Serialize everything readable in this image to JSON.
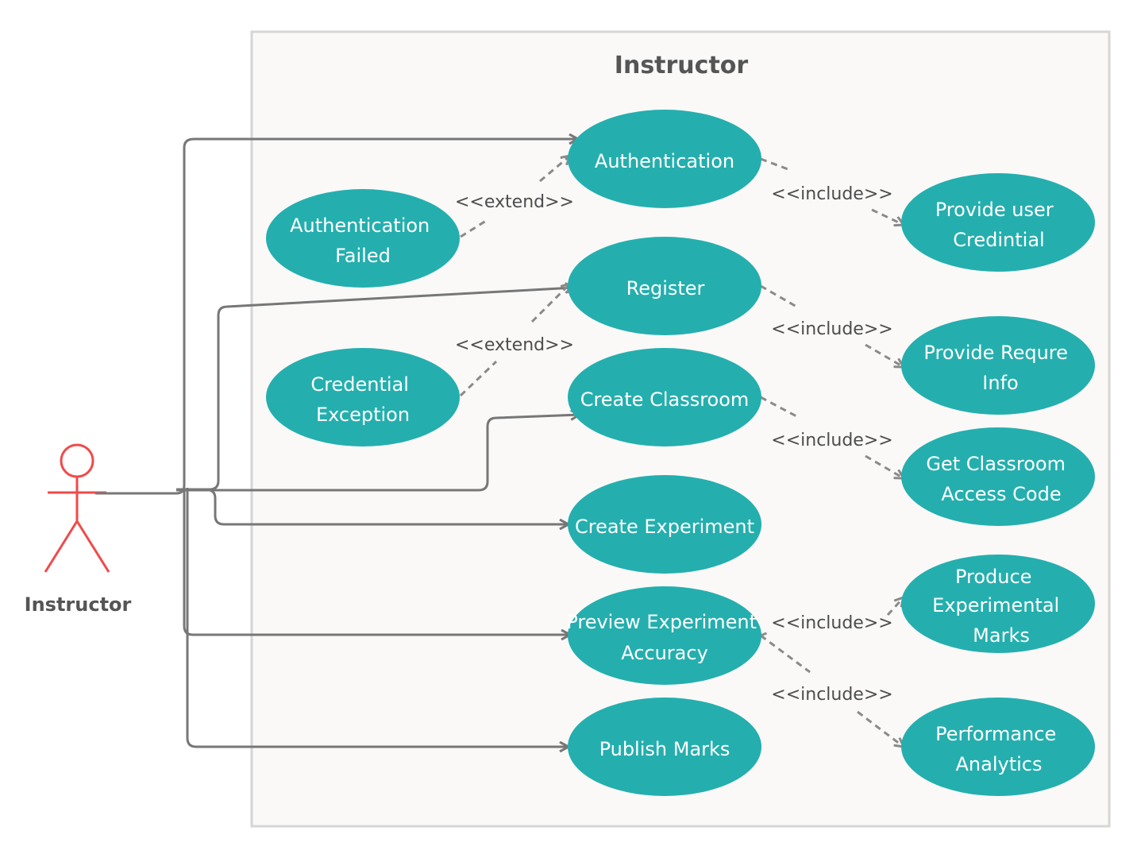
{
  "system": {
    "title": "Instructor"
  },
  "actor": {
    "name": "Instructor"
  },
  "colors": {
    "use_case_fill": "#24AFAE",
    "actor_stroke": "#F04A4A",
    "association": "#777777",
    "dependency": "#8a8a8a",
    "boundary_fill": "#faf9f8",
    "boundary_stroke": "#d6d6d6"
  },
  "use_cases": {
    "authentication": [
      "Authentication"
    ],
    "authentication_failed": [
      "Authentication",
      "Failed"
    ],
    "register": [
      "Register"
    ],
    "credential_exception": [
      "Credential",
      "Exception"
    ],
    "create_classroom": [
      "Create Classroom"
    ],
    "create_experiment": [
      "Create Experiment"
    ],
    "preview_accuracy": [
      "Preview Experiment",
      "Accuracy"
    ],
    "publish_marks": [
      "Publish Marks"
    ],
    "provide_credential": [
      "Provide user",
      "Credintial"
    ],
    "provide_info": [
      "Provide Requre",
      "Info"
    ],
    "access_code": [
      "Get Classroom",
      "Access Code"
    ],
    "produce_marks": [
      "Produce",
      "Experimental",
      "Marks"
    ],
    "performance_analytics": [
      "Performance",
      "Analytics"
    ]
  },
  "relations": {
    "extend_auth": "<<extend>>",
    "extend_register": "<<extend>>",
    "include_credential": "<<include>>",
    "include_info": "<<include>>",
    "include_access": "<<include>>",
    "include_marks": "<<include>>",
    "include_analytics": "<<include>>"
  }
}
